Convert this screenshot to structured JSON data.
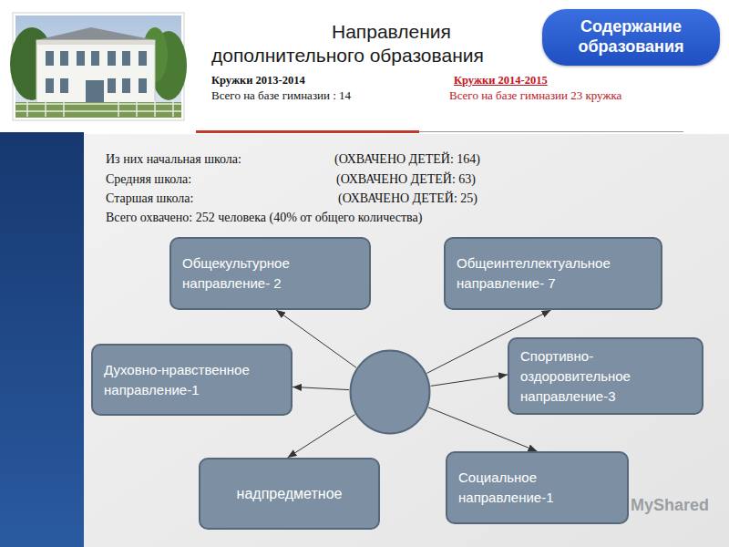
{
  "diagram": {
    "title": "Направления дополнительного образования",
    "nodes": [
      {
        "text": [
          "Содержание образования"
        ]
      },
      {
        "text": [
          "Общекультурное направление- 2"
        ]
      },
      {
        "text": [
          "Общеинтеллектуальное направление- 7"
        ]
      },
      {
        "text": [
          "Духовно-нравственное направление-1"
        ]
      },
      {
        "text": []
      },
      {
        "text": [
          "Спортивно-оздоровительное направление-3"
        ]
      },
      {
        "text": [
          "надпредметное"
        ]
      },
      {
        "text": [
          "Социальное направление-1"
        ]
      }
    ],
    "edges": [
      {
        "from": 4,
        "to": 1,
        "arrow": "to"
      },
      {
        "from": 4,
        "to": 2,
        "arrow": "to"
      },
      {
        "from": 4,
        "to": 3,
        "arrow": "to"
      },
      {
        "from": 4,
        "to": 5,
        "arrow": "to"
      },
      {
        "from": 4,
        "to": 6,
        "arrow": "to"
      },
      {
        "from": 4,
        "to": 7,
        "arrow": "to"
      }
    ],
    "labels": [
      "Кружки 2013-2014",
      "Кружки 2014-2015",
      "Всего на базе гимназии : 14",
      "Всего на базе гимназии 23 кружка",
      "Из них начальная школа:",
      "(ОХВАЧЕНО ДЕТЕЙ: 164)",
      "Средняя школа:",
      "(ОХВАЧЕНО ДЕТЕЙ: 63)",
      "Старшая школа:",
      "(ОХВАЧЕНО ДЕТЕЙ: 25)",
      "Всего охвачено: 252 человека (40% от общего количества)",
      "MyShared"
    ]
  }
}
